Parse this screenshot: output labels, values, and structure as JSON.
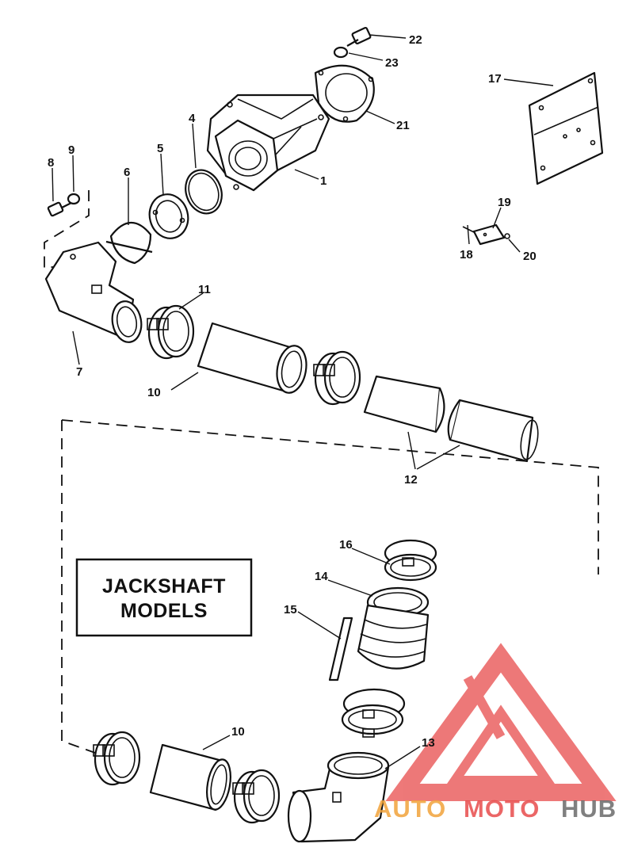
{
  "labels": {
    "l1": "1",
    "l4": "4",
    "l5": "5",
    "l6": "6",
    "l7": "7",
    "l8": "8",
    "l9": "9",
    "l10a": "10",
    "l10b": "10",
    "l11": "11",
    "l12": "12",
    "l13": "13",
    "l14": "14",
    "l15": "15",
    "l16": "16",
    "l17": "17",
    "l18": "18",
    "l19": "19",
    "l20": "20",
    "l21": "21",
    "l22": "22",
    "l23": "23"
  },
  "box": {
    "line1": "JACKSHAFT",
    "line2": "MODELS"
  },
  "watermark": {
    "part1": "AUTO",
    "part2": "MOTO",
    "part3": "HUB"
  },
  "colors": {
    "watermark_red": "#e84c4c",
    "watermark_orange": "#f2a33a",
    "watermark_gray": "#6b6b6b",
    "ink": "#111111"
  }
}
